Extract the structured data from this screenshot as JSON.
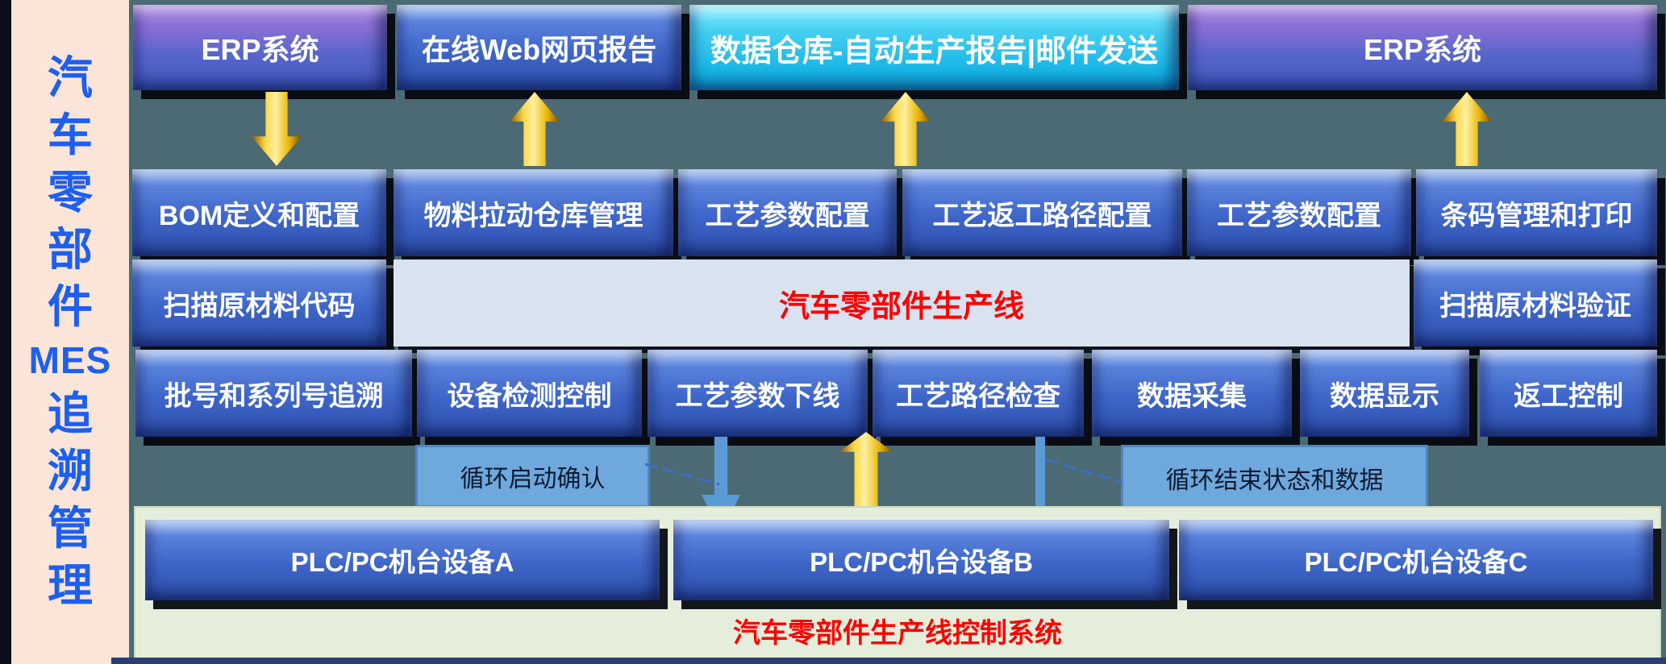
{
  "sidebar": {
    "title_lines": [
      "汽",
      "车",
      "零",
      "部",
      "件",
      "MES",
      "追",
      "溯",
      "管",
      "理"
    ]
  },
  "top_row": {
    "erp_left": "ERP系统",
    "web_report": "在线Web网页报告",
    "warehouse_report": "数据仓库-自动生产报告|邮件发送",
    "erp_right": "ERP系统"
  },
  "config_row": {
    "items": [
      "BOM定义和配置",
      "物料拉动仓库管理",
      "工艺参数配置",
      "工艺返工路径配置",
      "工艺参数配置",
      "条码管理和打印"
    ]
  },
  "scan_row": {
    "left": "扫描原材料代码",
    "band": "汽车零部件生产线",
    "right": "扫描原材料验证"
  },
  "exec_row": {
    "items": [
      "批号和系列号追溯",
      "设备检测控制",
      "工艺参数下线",
      "工艺路径检查",
      "数据采集",
      "数据显示",
      "返工控制"
    ]
  },
  "connectors": {
    "cycle_start": "循环启动确认",
    "cycle_end": "循环结束状态和数据"
  },
  "plc_panel": {
    "devices": [
      "PLC/PC机台设备A",
      "PLC/PC机台设备B",
      "PLC/PC机台设备C"
    ],
    "caption": "汽车零部件生产线控制系统"
  },
  "colors": {
    "background": "#4C6A73",
    "sidebar_bg": "#FAE5D8",
    "sidebar_text": "#1D5FF0",
    "box_blue": "#3E65C8",
    "box_purple": "#8A70D6",
    "box_cyan": "#18B6E6",
    "band_bg": "#D9E2EF",
    "red_text": "#FF0000",
    "panel_green": "#E5EEDB",
    "arrow_gold": "#FFD84A",
    "arrow_blue": "#5B9BD5",
    "label_bg": "#6FA8DC"
  }
}
